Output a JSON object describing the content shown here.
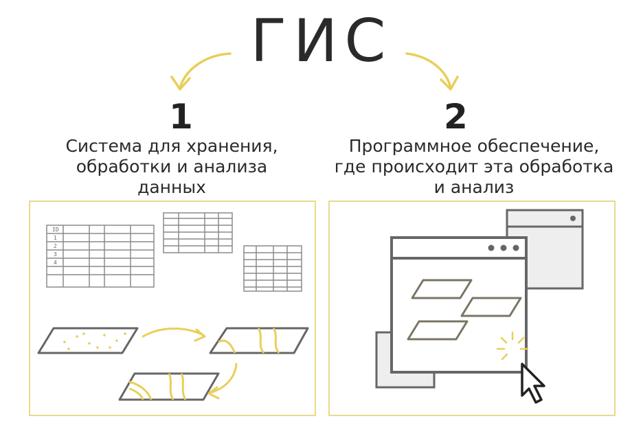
{
  "title": "ГИС",
  "definitions": [
    {
      "number": "1",
      "lines": [
        "Система для хранения,",
        "обработки и анализа",
        "данных"
      ]
    },
    {
      "number": "2",
      "lines": [
        "Программное обеспечение,",
        "где происходит эта обработка",
        "и анализ"
      ]
    }
  ],
  "table_sketch": {
    "row_labels": [
      "ID",
      "1",
      "2",
      "3",
      "4"
    ]
  },
  "colors": {
    "accent": "#e8cf5a",
    "panel_border": "#e9d98b",
    "sketch_gray": "#8a8a8a",
    "dark_gray": "#555555",
    "olive": "#7a7464"
  },
  "icons": [
    "curved-arrow-icon",
    "table-icon",
    "map-layer-icon",
    "window-icon",
    "cursor-icon",
    "click-burst-icon"
  ]
}
